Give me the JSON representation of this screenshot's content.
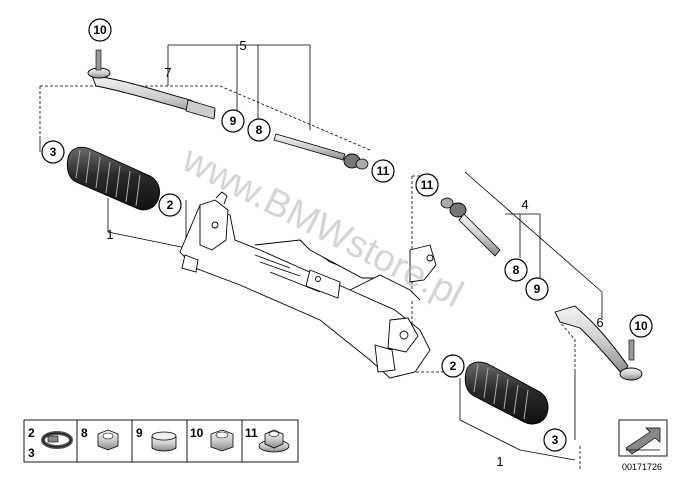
{
  "watermark": "www.BMWstore.pl",
  "part_number": "00171726",
  "callouts": {
    "c10_left": "10",
    "c3_left": "3",
    "c2_left": "2",
    "c9_top": "9",
    "c8_top": "8",
    "c11_top": "11",
    "c11_right": "11",
    "c8_right": "8",
    "c9_right": "9",
    "c10_right": "10",
    "c2_bottom": "2",
    "c3_bottom": "3"
  },
  "labels": {
    "l5": "5",
    "l7": "7",
    "l1_left": "1",
    "l4": "4",
    "l6": "6",
    "l1_bottom": "1"
  },
  "legend": {
    "c2": "2",
    "c3": "3",
    "c8": "8",
    "c9": "9",
    "c10": "10",
    "c11": "11"
  }
}
